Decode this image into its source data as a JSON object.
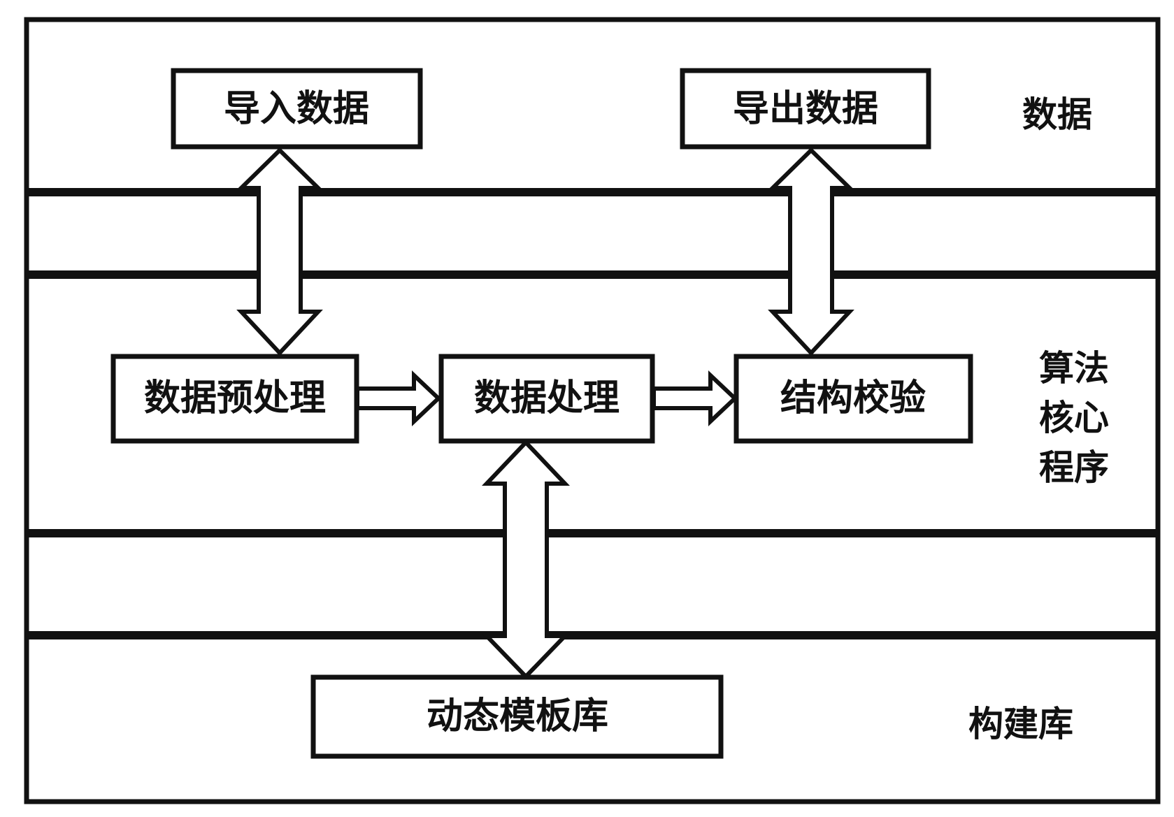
{
  "layers": {
    "data_layer": {
      "label": "数据"
    },
    "core_layer": {
      "label_lines": [
        "算法",
        "核心",
        "程序"
      ]
    },
    "library_layer": {
      "label": "构建库"
    }
  },
  "boxes": {
    "import_data": "导入数据",
    "export_data": "导出数据",
    "preprocess": "数据预处理",
    "process": "数据处理",
    "verify": "结构校验",
    "template_library": "动态模板库"
  },
  "connections": [
    {
      "from": "导入数据",
      "to": "数据预处理",
      "type": "bidirectional"
    },
    {
      "from": "导出数据",
      "to": "结构校验",
      "type": "bidirectional"
    },
    {
      "from": "数据预处理",
      "to": "数据处理",
      "type": "directed"
    },
    {
      "from": "数据处理",
      "to": "结构校验",
      "type": "directed"
    },
    {
      "from": "动态模板库",
      "to": "数据处理",
      "type": "bidirectional"
    }
  ]
}
